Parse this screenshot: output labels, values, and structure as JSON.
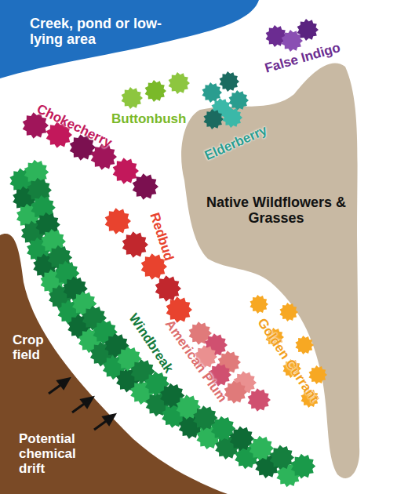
{
  "diagram": {
    "nodes": [
      {
        "text": [
          "Creek, pond or low-lying area"
        ]
      },
      {
        "text": [
          "Native Wildflowers & Grasses"
        ]
      },
      {
        "text": [
          "Crop field",
          "Potential chemical drift"
        ]
      }
    ],
    "labels": [
      "False Indigo",
      "Buttonbush",
      "Elderberry",
      "Chokecherry",
      "Redbud",
      "Golden Currant",
      "American Plum",
      "Windbreak"
    ]
  }
}
